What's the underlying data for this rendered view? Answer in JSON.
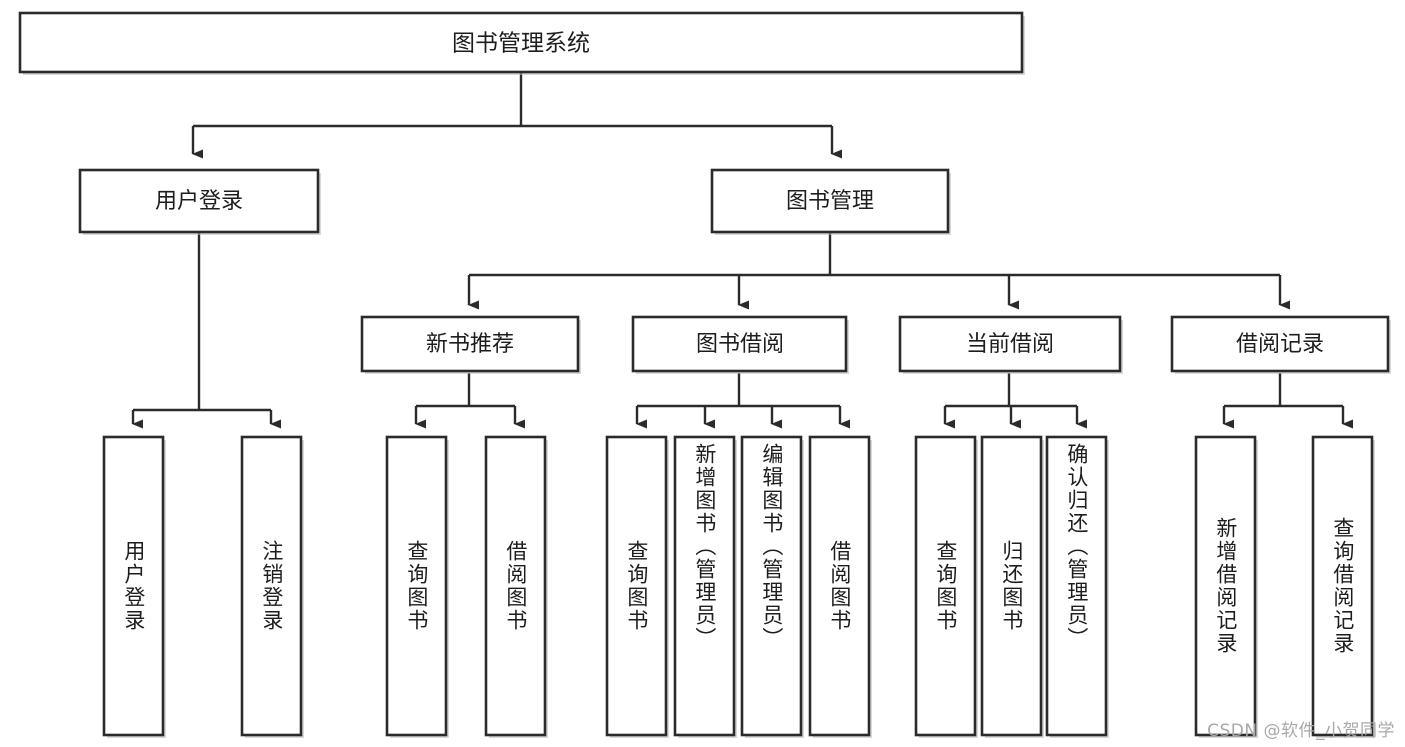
{
  "diagram": {
    "type": "tree-hierarchy",
    "title": "图书管理系统",
    "watermark": "CSDN @软件_小贺同学",
    "root": {
      "label": "图书管理系统",
      "orientation": "horizontal"
    },
    "level1": [
      {
        "label": "用户登录",
        "orientation": "horizontal"
      },
      {
        "label": "图书管理",
        "orientation": "horizontal"
      }
    ],
    "level2": [
      {
        "label": "新书推荐",
        "orientation": "horizontal",
        "parent": "图书管理"
      },
      {
        "label": "图书借阅",
        "orientation": "horizontal",
        "parent": "图书管理"
      },
      {
        "label": "当前借阅",
        "orientation": "horizontal",
        "parent": "图书管理"
      },
      {
        "label": "借阅记录",
        "orientation": "horizontal",
        "parent": "图书管理"
      }
    ],
    "leaves": {
      "user_login": [
        {
          "label": "用户登录",
          "orientation": "vertical"
        },
        {
          "label": "注销登录",
          "orientation": "vertical"
        }
      ],
      "new_book_recommend": [
        {
          "label": "查询图书",
          "orientation": "vertical"
        },
        {
          "label": "借阅图书",
          "orientation": "vertical"
        }
      ],
      "book_borrow": [
        {
          "label": "查询图书",
          "orientation": "vertical"
        },
        {
          "label": "新增图书（管理员）",
          "orientation": "vertical"
        },
        {
          "label": "编辑图书（管理员）",
          "orientation": "vertical"
        },
        {
          "label": "借阅图书",
          "orientation": "vertical"
        }
      ],
      "current_borrow": [
        {
          "label": "查询图书",
          "orientation": "vertical"
        },
        {
          "label": "归还图书",
          "orientation": "vertical"
        },
        {
          "label": "确认归还（管理员）",
          "orientation": "vertical"
        }
      ],
      "borrow_record": [
        {
          "label": "新增借阅记录",
          "orientation": "vertical"
        },
        {
          "label": "查询借阅记录",
          "orientation": "vertical"
        }
      ]
    },
    "colors": {
      "box_stroke": "#2b2b2b",
      "box_fill": "#ffffff",
      "connector": "#2b2b2b",
      "text": "#1d1d1d",
      "watermark": "#a8a8a8",
      "background": "#ffffff"
    }
  }
}
